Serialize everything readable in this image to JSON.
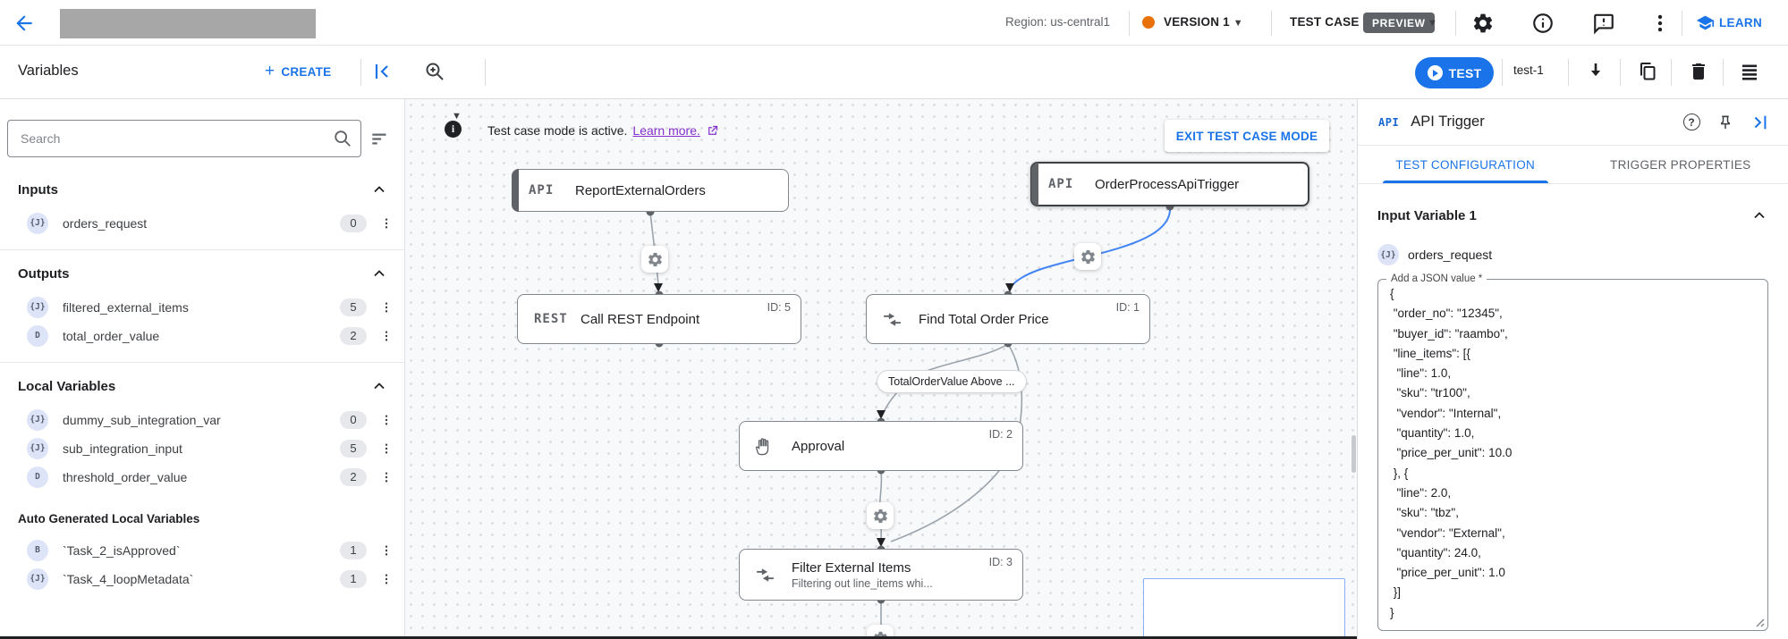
{
  "header": {
    "region": "Region: us-central1",
    "version": "VERSION 1",
    "test_case": "TEST CASE",
    "preview": "PREVIEW",
    "learn": "LEARN"
  },
  "toolbar": {
    "title": "Variables",
    "create": "CREATE",
    "test": "TEST",
    "test_name": "test-1"
  },
  "sidebar": {
    "search_placeholder": "Search",
    "sections": [
      {
        "title": "Inputs",
        "items": [
          {
            "type": "{J}",
            "name": "orders_request",
            "count": "0"
          }
        ]
      },
      {
        "title": "Outputs",
        "items": [
          {
            "type": "{J}",
            "name": "filtered_external_items",
            "count": "5"
          },
          {
            "type": "D",
            "name": "total_order_value",
            "count": "2"
          }
        ]
      },
      {
        "title": "Local Variables",
        "items": [
          {
            "type": "{J}",
            "name": "dummy_sub_integration_var",
            "count": "0"
          },
          {
            "type": "{J}",
            "name": "sub_integration_input",
            "count": "5"
          },
          {
            "type": "D",
            "name": "threshold_order_value",
            "count": "2"
          }
        ]
      },
      {
        "title": "Auto Generated Local Variables",
        "items": [
          {
            "type": "B",
            "name": "`Task_2_isApproved`",
            "count": "1"
          },
          {
            "type": "{J}",
            "name": "`Task_4_loopMetadata`",
            "count": "1"
          }
        ]
      }
    ]
  },
  "canvas": {
    "banner": {
      "text": "Test case mode is active.",
      "link": "Learn more.",
      "exit": "EXIT TEST CASE MODE"
    },
    "nodes": {
      "report": {
        "tag": "API",
        "title": "ReportExternalOrders"
      },
      "trigger": {
        "tag": "API",
        "title": "OrderProcessApiTrigger"
      },
      "rest": {
        "tag": "REST",
        "title": "Call REST Endpoint",
        "id": "ID: 5"
      },
      "find_total": {
        "title": "Find Total Order Price",
        "id": "ID: 1"
      },
      "approval": {
        "title": "Approval",
        "id": "ID: 2"
      },
      "filter": {
        "title": "Filter External Items",
        "subtitle": "Filtering out line_items whi...",
        "id": "ID: 3"
      }
    },
    "edge_label": "TotalOrderValue Above ..."
  },
  "panel": {
    "badge": "API",
    "title": "API Trigger",
    "tabs": [
      "TEST CONFIGURATION",
      "TRIGGER PROPERTIES"
    ],
    "section": "Input Variable 1",
    "variable": {
      "type": "{J}",
      "name": "orders_request"
    },
    "field_label": "Add a JSON value *",
    "json": "{\n \"order_no\": \"12345\",\n \"buyer_id\": \"raambo\",\n \"line_items\": [{\n  \"line\": 1.0,\n  \"sku\": \"tr100\",\n  \"vendor\": \"Internal\",\n  \"quantity\": 1.0,\n  \"price_per_unit\": 10.0\n }, {\n  \"line\": 2.0,\n  \"sku\": \"tbz\",\n  \"vendor\": \"External\",\n  \"quantity\": 24.0,\n  \"price_per_unit\": 1.0\n }]\n}"
  },
  "colors": {
    "accent": "#1a73e8",
    "version_dot": "#e8710a",
    "preview_badge": "#5f6368",
    "link_purple": "#8430ce",
    "selected_edge": "#4285f4",
    "node_border": "#80868b"
  }
}
